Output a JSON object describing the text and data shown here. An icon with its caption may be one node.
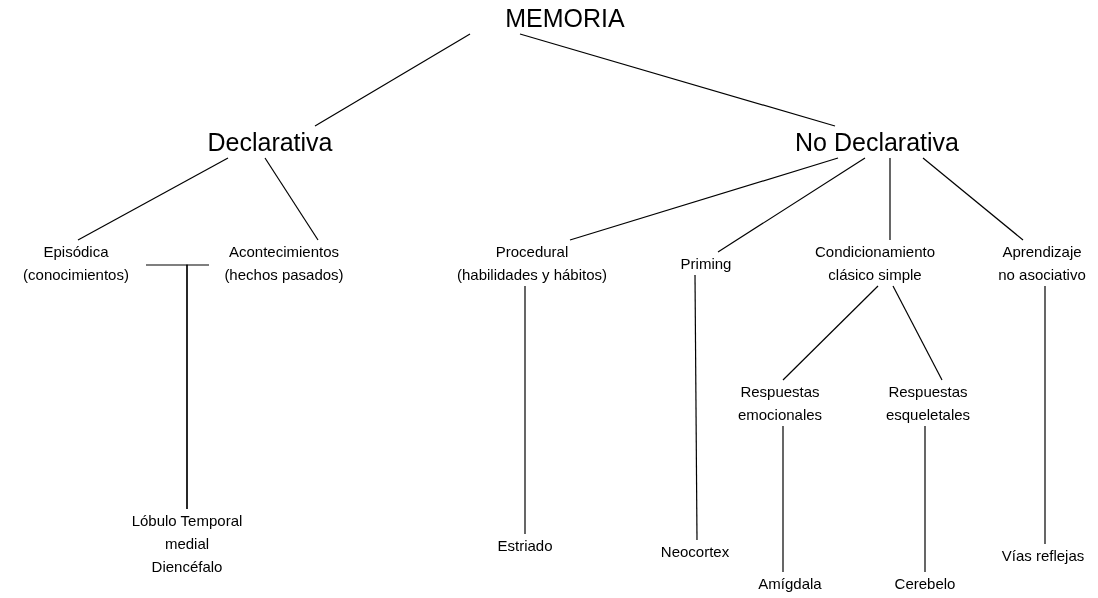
{
  "diagram": {
    "nodes": [
      {
        "text": [
          "MEMORIA"
        ]
      },
      {
        "text": [
          "Declarativa"
        ]
      },
      {
        "text": [
          "No Declarativa"
        ]
      },
      {
        "text": [
          "Episódica",
          "(conocimientos)"
        ]
      },
      {
        "text": [
          "Acontecimientos",
          "(hechos pasados)"
        ]
      },
      {
        "text": [
          "Procedural",
          "(habilidades y hábitos)"
        ]
      },
      {
        "text": [
          "Priming"
        ]
      },
      {
        "text": [
          "Condicionamiento clásico simple"
        ]
      },
      {
        "text": [
          "Aprendizaje no asociativo"
        ]
      },
      {
        "text": [
          "Respuestas emocionales"
        ]
      },
      {
        "text": [
          "Respuestas esqueletales"
        ]
      },
      {
        "text": [
          "Lóbulo Temporal medial Diencéfalo"
        ]
      },
      {
        "text": [
          "Estriado"
        ]
      },
      {
        "text": [
          "Neocortex"
        ]
      },
      {
        "text": [
          "Amígdala"
        ]
      },
      {
        "text": [
          "Cerebelo"
        ]
      },
      {
        "text": [
          "Vías reflejas"
        ]
      }
    ],
    "edges": [
      {
        "from": 0,
        "to": 1,
        "arrow": "none"
      },
      {
        "from": 0,
        "to": 2,
        "arrow": "none"
      },
      {
        "from": 1,
        "to": 3,
        "arrow": "none"
      },
      {
        "from": 1,
        "to": 4,
        "arrow": "none"
      },
      {
        "from": 3,
        "to": 11,
        "arrow": "none"
      },
      {
        "from": 4,
        "to": 11,
        "arrow": "none"
      },
      {
        "from": 2,
        "to": 5,
        "arrow": "none"
      },
      {
        "from": 2,
        "to": 6,
        "arrow": "none"
      },
      {
        "from": 2,
        "to": 7,
        "arrow": "none"
      },
      {
        "from": 2,
        "to": 8,
        "arrow": "none"
      },
      {
        "from": 7,
        "to": 9,
        "arrow": "none"
      },
      {
        "from": 7,
        "to": 10,
        "arrow": "none"
      },
      {
        "from": 5,
        "to": 12,
        "arrow": "none"
      },
      {
        "from": 6,
        "to": 13,
        "arrow": "none"
      },
      {
        "from": 9,
        "to": 14,
        "arrow": "none"
      },
      {
        "from": 10,
        "to": 15,
        "arrow": "none"
      },
      {
        "from": 8,
        "to": 16,
        "arrow": "none"
      }
    ]
  }
}
